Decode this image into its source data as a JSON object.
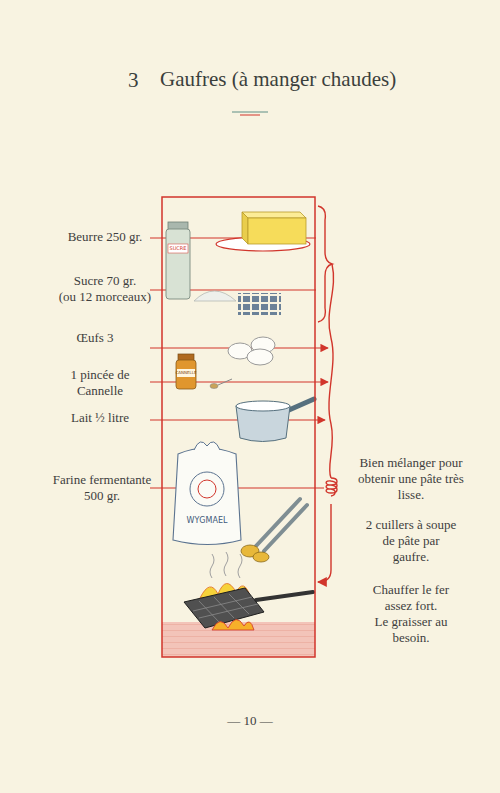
{
  "diagram": {
    "title": "Gaufres (à manger chaudes)",
    "labels": [
      "3",
      "Beurre 250 gr.",
      "SUCRE",
      "Sucre 70 gr.",
      "(ou 12 morceaux)",
      "Œufs 3",
      "CANNELLE",
      "1 pincée de Cannelle",
      "Lait ½ litre",
      "WYGMAEL",
      "Farine fermentante 500 gr.",
      "Bien mélanger pour obtenir une pâte très lisse.",
      "2 cuillers à soupe de pâte par gaufre.",
      "Chauffer le fer assez fort.",
      "Le graisser au besoin.",
      "— 10 —"
    ]
  }
}
